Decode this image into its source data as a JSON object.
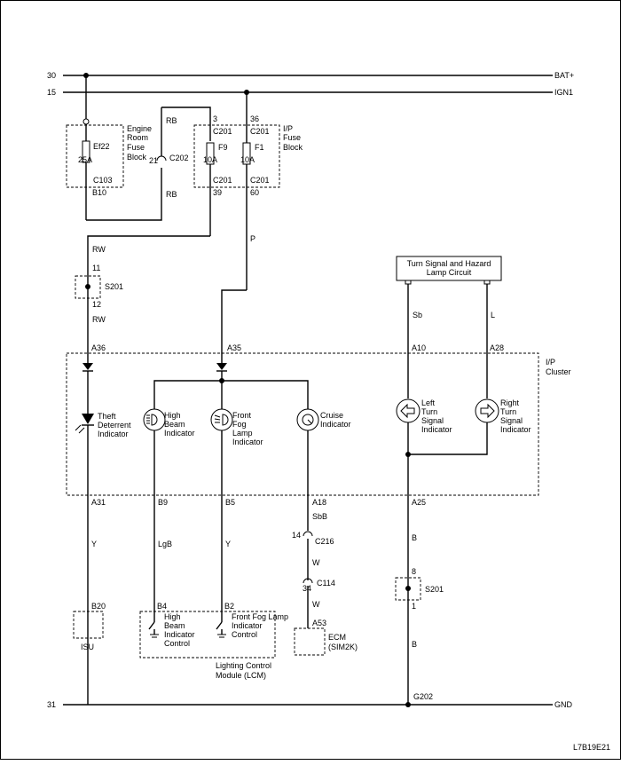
{
  "buses": {
    "bat_num": "30",
    "bat_label": "BAT+",
    "ign_num": "15",
    "ign_label": "IGN1",
    "gnd_num": "31",
    "gnd_label": "GND"
  },
  "engine_fuse_block": {
    "title_l1": "Engine",
    "title_l2": "Room",
    "title_l3": "Fuse",
    "title_l4": "Block",
    "fuse_name": "Ef22",
    "fuse_rating": "25A",
    "conn": "C103",
    "pin": "B10"
  },
  "ip_fuse_block": {
    "title_l1": "I/P",
    "title_l2": "Fuse",
    "title_l3": "Block",
    "f9_name": "F9",
    "f9_rating": "10A",
    "f9_in_pin": "3",
    "f9_in_conn": "C201",
    "f9_out_conn": "C201",
    "f9_out_pin": "39",
    "f1_name": "F1",
    "f1_rating": "10A",
    "f1_in_pin": "36",
    "f1_in_conn": "C201",
    "f1_out_conn": "C201",
    "f1_out_pin": "60"
  },
  "c202": {
    "pin": "21",
    "name": "C202"
  },
  "wires": {
    "rb_top": "RB",
    "rb_bottom": "RB",
    "rw_top": "RW",
    "rw_bottom": "RW",
    "p": "P",
    "sb": "Sb",
    "l": "L",
    "y1": "Y",
    "lgb": "LgB",
    "y2": "Y",
    "sbb": "SbB",
    "w1": "W",
    "w2": "W",
    "b1": "B",
    "b2": "B"
  },
  "s201_upper": {
    "name": "S201",
    "pin_top": "11",
    "pin_bottom": "12"
  },
  "s201_lower": {
    "name": "S201",
    "pin_top": "8",
    "pin_bottom": "1"
  },
  "turn_signal_circuit": {
    "line1": "Turn Signal and Hazard",
    "line2": "Lamp Circuit"
  },
  "cluster": {
    "title_l1": "I/P",
    "title_l2": "Cluster",
    "pin_a36": "A36",
    "pin_a35": "A35",
    "pin_a10": "A10",
    "pin_a28": "A28",
    "pin_a31": "A31",
    "pin_b9": "B9",
    "pin_b5": "B5",
    "pin_a18": "A18",
    "pin_a25": "A25",
    "theft_l1": "Theft",
    "theft_l2": "Deterrent",
    "theft_l3": "Indicator",
    "hb_l1": "High",
    "hb_l2": "Beam",
    "hb_l3": "Indicator",
    "ff_l1": "Front",
    "ff_l2": "Fog",
    "ff_l3": "Lamp",
    "ff_l4": "Indicator",
    "cr_l1": "Cruise",
    "cr_l2": "Indicator",
    "lt_l1": "Left",
    "lt_l2": "Turn",
    "lt_l3": "Signal",
    "lt_l4": "Indicator",
    "rt_l1": "Right",
    "rt_l2": "Turn",
    "rt_l3": "Signal",
    "rt_l4": "Indicator"
  },
  "c216": {
    "pin": "14",
    "name": "C216"
  },
  "c114": {
    "pin": "34",
    "name": "C114"
  },
  "isu": {
    "pin": "B20",
    "name": "ISU"
  },
  "lcm": {
    "pin_b4": "B4",
    "pin_b2": "B2",
    "hb_l1": "High",
    "hb_l2": "Beam",
    "hb_l3": "Indicator",
    "hb_l4": "Control",
    "ff_l1": "Front Fog Lamp",
    "ff_l2": "Indicator",
    "ff_l3": "Control",
    "name_l1": "Lighting Control",
    "name_l2": "Module (LCM)"
  },
  "ecm": {
    "pin": "A53",
    "name_l1": "ECM",
    "name_l2": "(SIM2K)"
  },
  "ground": {
    "name": "G202"
  },
  "figure_code": "L7B19E21"
}
